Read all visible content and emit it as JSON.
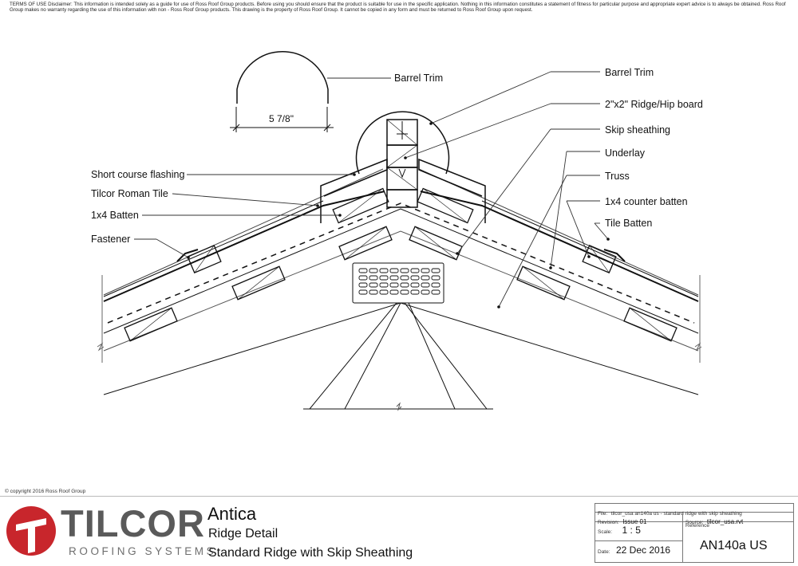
{
  "disclaimer": "TERMS OF USE Disclaimer: This information is intended solely as a guide for use of Ross Roof Group products. Before using you should ensure that the product is suitable for use in the specific application. Nothing in this information constitutes a statement of fitness for particular purpose and appropriate expert advice is to always be obtained. Ross Roof Group makes no warranty regarding the use of this information with non - Ross Roof Group products. This drawing is the property of Ross Roof Group. It cannot be copied in any form and must be returned to Ross Roof Group upon request.",
  "drawing": {
    "dimension": "5 7/8\"",
    "labels": {
      "barrel_trim_profile": "Barrel Trim",
      "barrel_trim": "Barrel Trim",
      "ridge_hip_board": "2\"x2\" Ridge/Hip board",
      "skip_sheathing": "Skip sheathing",
      "underlay": "Underlay",
      "truss": "Truss",
      "counter_batten": "1x4 counter batten",
      "tile_batten": "Tile Batten",
      "short_course_flashing": "Short course flashing",
      "roman_tile": "Tilcor Roman Tile",
      "batten": "1x4 Batten",
      "fastener": "Fastener"
    }
  },
  "copyright": "© copyright 2016 Ross Roof Group",
  "brand": {
    "name": "TILCOR",
    "tagline": "ROOFING SYSTEMS",
    "logo_icon": "tilcor-logo-icon",
    "colors": {
      "red": "#c8262c",
      "gray": "#5a5a5a"
    }
  },
  "title_block": {
    "product": "Antica",
    "detail": "Ridge Detail",
    "description": "Standard Ridge with Skip Sheathing",
    "file_label": "File:",
    "file": "tilcor_usa an140a us - standard ridge with skip sheathing",
    "revision_label": "Revision:",
    "revision": "Issue 01",
    "source_label": "Source:",
    "source": "tilcor_usa.rvt",
    "scale_label": "Scale:",
    "scale": "1 : 5",
    "reference_label": "Reference",
    "reference": "AN140a US",
    "date_label": "Date:",
    "date": "22 Dec 2016"
  }
}
